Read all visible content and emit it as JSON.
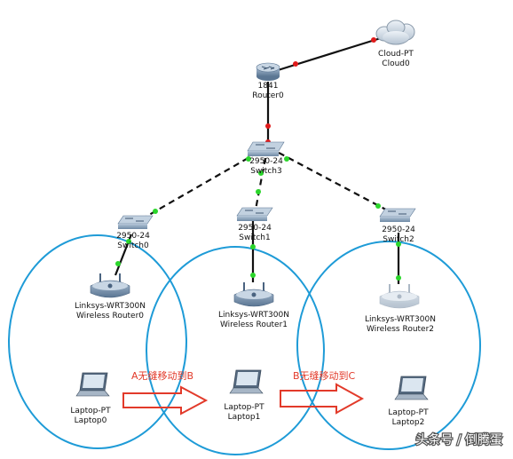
{
  "devices": {
    "cloud": {
      "model": "Cloud-PT",
      "name": "Cloud0"
    },
    "router": {
      "model": "1841",
      "name": "Router0"
    },
    "switch3": {
      "model": "2950-24",
      "name": "Switch3"
    },
    "switch0": {
      "model": "2950-24",
      "name": "Switch0"
    },
    "switch1": {
      "model": "2950-24",
      "name": "Switch1"
    },
    "switch2": {
      "model": "2950-24",
      "name": "Switch2"
    },
    "wr0": {
      "model": "Linksys-WRT300N",
      "name": "Wireless Router0"
    },
    "wr1": {
      "model": "Linksys-WRT300N",
      "name": "Wireless Router1"
    },
    "wr2": {
      "model": "Linksys-WRT300N",
      "name": "Wireless Router2"
    },
    "laptop0": {
      "model": "Laptop-PT",
      "name": "Laptop0"
    },
    "laptop1": {
      "model": "Laptop-PT",
      "name": "Laptop1"
    },
    "laptop2": {
      "model": "Laptop-PT",
      "name": "Laptop2"
    }
  },
  "annotations": {
    "move_a_to_b": "A无缝移动到B",
    "move_b_to_c": "B无缝移动到C"
  },
  "watermark": "头条号 / 倒腾蛋",
  "colors": {
    "coverage": "#1e9bd7",
    "link_up": "#2bd62b",
    "link_down": "#e01b1b",
    "arrow": "#e23a2a"
  }
}
